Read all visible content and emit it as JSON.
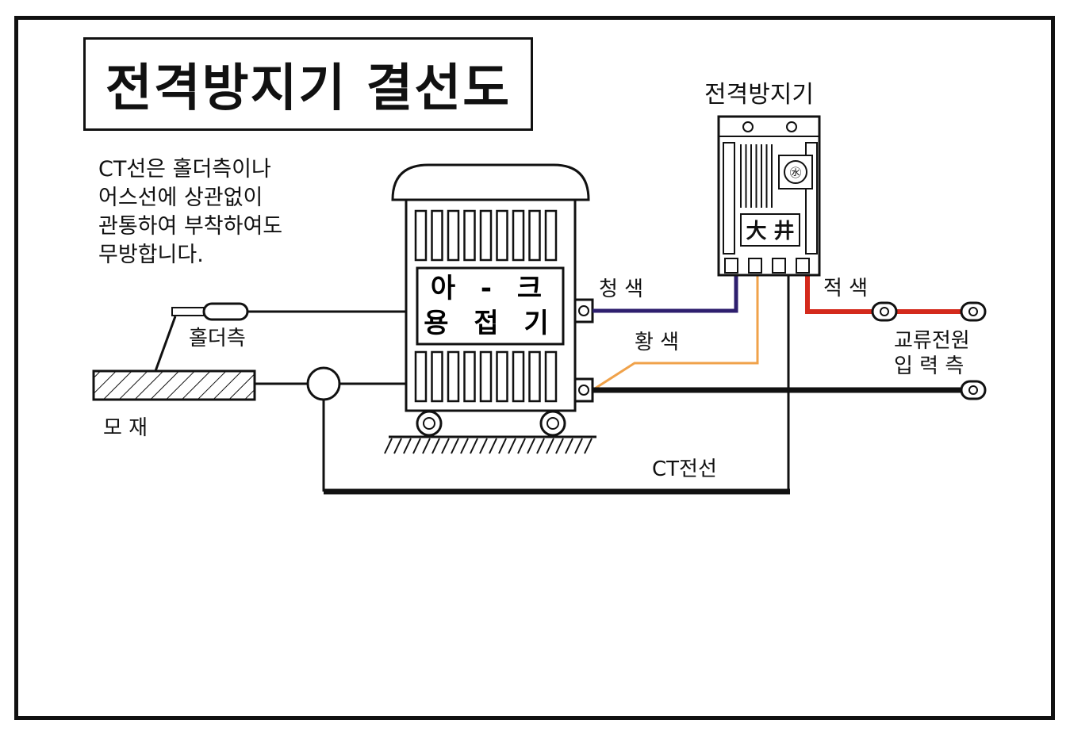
{
  "title": "전격방지기 결선도",
  "note_lines": [
    "CT선은 홀더측이나",
    "어스선에 상관없이",
    "관통하여 부착하여도",
    "무방합니다."
  ],
  "labels": {
    "arrester": "전격방지기",
    "welder_line1": "아 - 크",
    "welder_line2": "용 접 기",
    "holder": "홀더측",
    "base_material": "모 재",
    "blue_wire": "청 색",
    "yellow_wire": "황 색",
    "red_wire": "적 색",
    "ac_input_line1": "교류전원",
    "ac_input_line2": "입 력 측",
    "ct_wire": "CT전선",
    "arrester_brand": "大 井",
    "arrester_logo": "㊌"
  },
  "colors": {
    "line": "#111111",
    "blue_wire": "#2e1f6e",
    "yellow_wire": "#f0a24a",
    "red_wire": "#d42a1c"
  }
}
